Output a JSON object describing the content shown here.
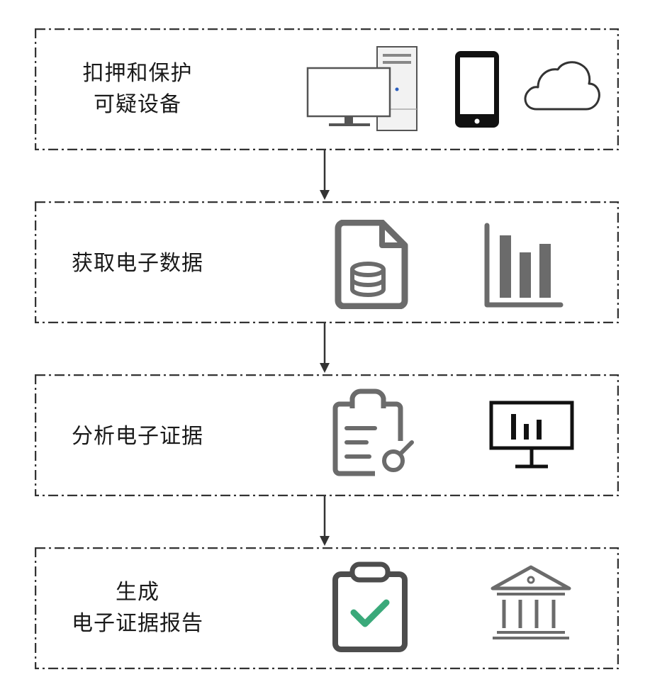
{
  "steps": [
    {
      "line1": "扣押和保护",
      "line2": "可疑设备",
      "icons": [
        "desktop-computer-icon",
        "mobile-phone-icon",
        "cloud-icon"
      ]
    },
    {
      "line1": "获取电子数据",
      "line2": "",
      "icons": [
        "database-file-icon",
        "bar-chart-icon"
      ]
    },
    {
      "line1": "分析电子证据",
      "line2": "",
      "icons": [
        "clipboard-search-icon",
        "presentation-chart-icon"
      ]
    },
    {
      "line1": "生成",
      "line2": "电子证据报告",
      "icons": [
        "clipboard-check-icon",
        "courthouse-icon"
      ]
    }
  ],
  "colors": {
    "border": "#333333",
    "icon_gray": "#6b6b6b",
    "check_green": "#3aa97a",
    "arrow": "#333333"
  }
}
